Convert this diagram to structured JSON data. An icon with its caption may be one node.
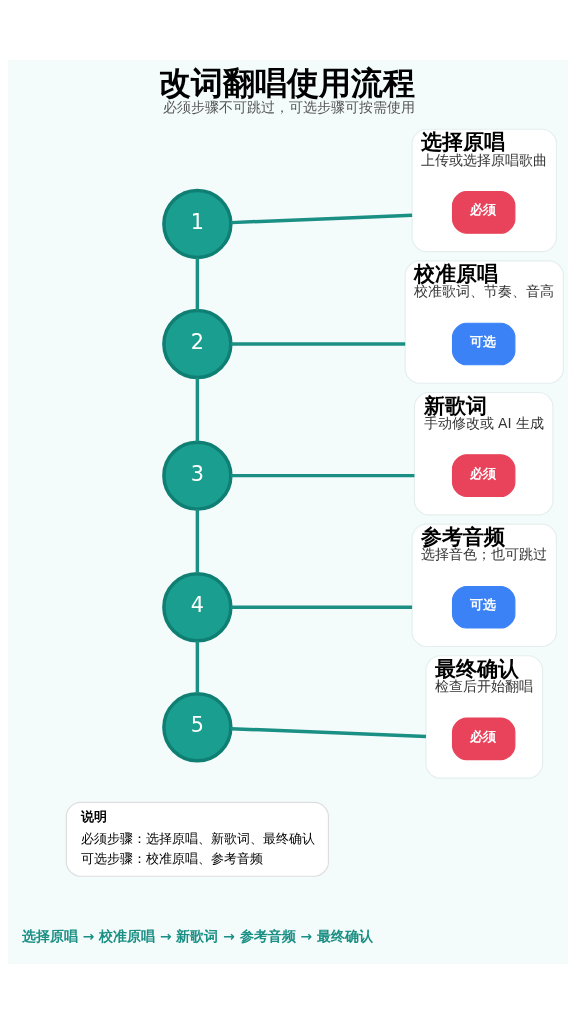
{
  "diagram": {
    "title": "改词翻唱使用流程",
    "caption": "必须步骤不可跳过，可选步骤可按需使用",
    "nodes": [
      {
        "text": [
          "1"
        ]
      },
      {
        "text": [
          "选择原唱",
          "上传或选择原唱歌曲"
        ]
      },
      {
        "text": [
          "必须"
        ],
        "in": 1
      },
      {
        "text": [
          "2"
        ]
      },
      {
        "text": [
          "校准原唱",
          "校准歌词、节奏、音高"
        ]
      },
      {
        "text": [
          "可选"
        ],
        "in": 4
      },
      {
        "text": [
          "3"
        ]
      },
      {
        "text": [
          "新歌词",
          "手动修改或 AI 生成"
        ]
      },
      {
        "text": [
          "必须"
        ],
        "in": 7
      },
      {
        "text": [
          "4"
        ]
      },
      {
        "text": [
          "参考音频",
          "选择音色；也可跳过"
        ]
      },
      {
        "text": [
          "可选"
        ],
        "in": 10
      },
      {
        "text": [
          "5"
        ]
      },
      {
        "text": [
          "最终确认",
          "检查后开始翻唱"
        ]
      },
      {
        "text": [
          "必须"
        ],
        "in": 13
      },
      {
        "text": [
          "说明",
          "必须步骤：选择原唱、新歌词、最终确认",
          "可选步骤：校准原唱、参考音频"
        ]
      }
    ],
    "edges": [
      {
        "from": 0,
        "to": 1,
        "arrow": "none"
      },
      {
        "from": 0,
        "to": 3,
        "arrow": "none"
      },
      {
        "from": 3,
        "to": 4,
        "arrow": "none"
      },
      {
        "from": 3,
        "to": 6,
        "arrow": "none"
      },
      {
        "from": 6,
        "to": 7,
        "arrow": "none"
      },
      {
        "from": 6,
        "to": 9,
        "arrow": "none"
      },
      {
        "from": 9,
        "to": 10,
        "arrow": "none"
      },
      {
        "from": 9,
        "to": 12,
        "arrow": "none"
      },
      {
        "from": 12,
        "to": 13,
        "arrow": "none"
      }
    ],
    "labels": [
      "选择原唱 → 校准原唱 → 新歌词 → 参考音频 → 最终确认"
    ]
  }
}
